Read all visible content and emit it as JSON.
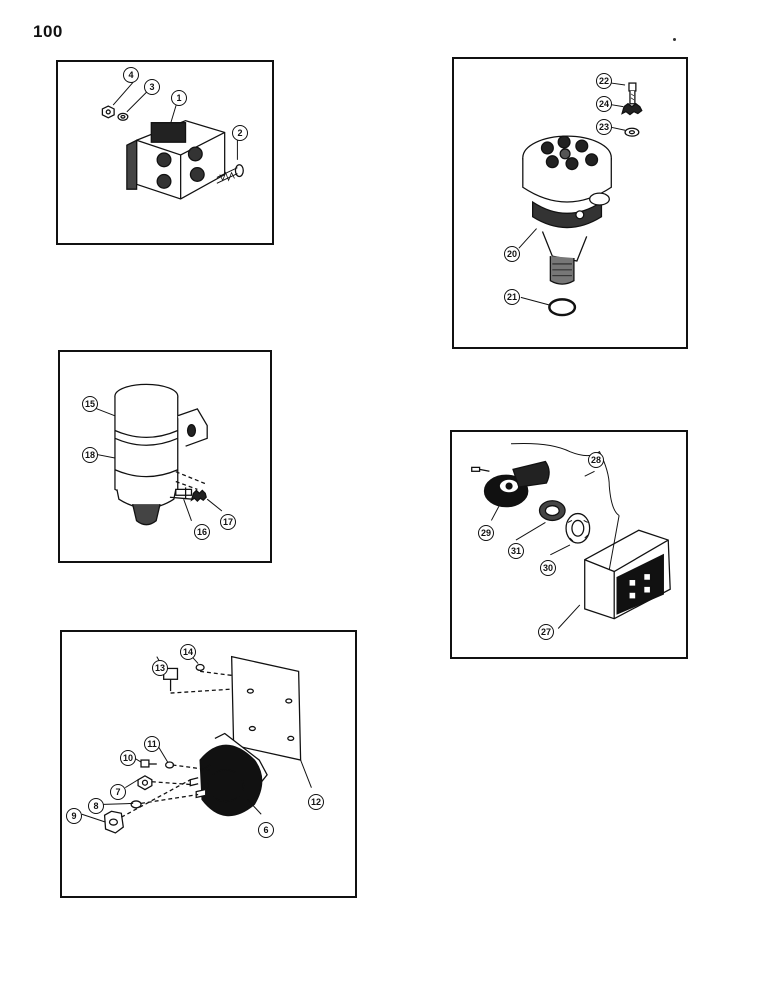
{
  "page": {
    "number": "100"
  },
  "panels": {
    "relay": {
      "callouts": {
        "c1": "1",
        "c2": "2",
        "c3": "3",
        "c4": "4"
      }
    },
    "distributor": {
      "callouts": {
        "c20": "20",
        "c21": "21",
        "c22": "22",
        "c23": "23",
        "c24": "24"
      }
    },
    "coil": {
      "callouts": {
        "c15": "15",
        "c16": "16",
        "c17": "17",
        "c18": "18"
      }
    },
    "switch_box": {
      "callouts": {
        "c27": "27",
        "c28": "28",
        "c29": "29",
        "c30": "30",
        "c31": "31"
      }
    },
    "solenoid": {
      "callouts": {
        "c6": "6",
        "c7": "7",
        "c8": "8",
        "c9": "9",
        "c10": "10",
        "c11": "11",
        "c12": "12",
        "c13": "13",
        "c14": "14"
      }
    }
  }
}
